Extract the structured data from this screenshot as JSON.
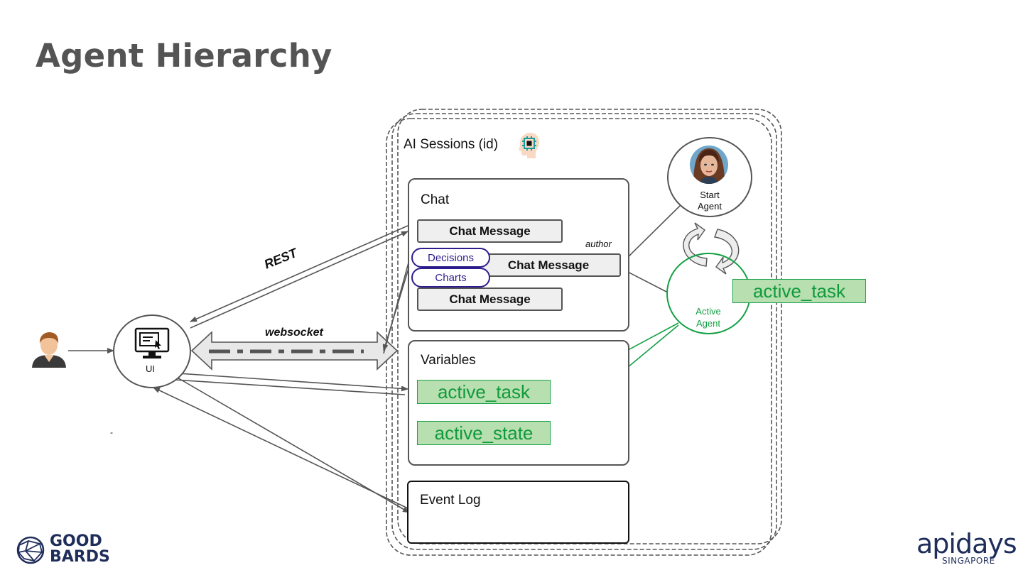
{
  "slide": {
    "title": "Agent Hierarchy"
  },
  "diagram": {
    "sessions_label": "AI Sessions (id)",
    "chat": {
      "label": "Chat",
      "messages": [
        "Chat Message",
        "Chat Message",
        "Chat Message"
      ],
      "author_label": "author",
      "tags": [
        "Decisions",
        "Charts"
      ]
    },
    "variables": {
      "label": "Variables",
      "items": [
        "active_task",
        "active_state"
      ]
    },
    "event_log": {
      "label": "Event Log"
    },
    "start_agent_label": "Start\nAgent",
    "active_agent_label": "Active\nAgent",
    "active_task_badge": "active_task",
    "ui_label": "UI",
    "rest_label": "REST",
    "websocket_label": "websocket",
    "stray_mark": "-"
  },
  "logos": {
    "left_line1": "GOOD",
    "left_line2": "BARDS",
    "right_main": "apidays",
    "right_sub": "SINGAPORE"
  },
  "colors": {
    "title": "#545454",
    "accent_green": "#119a3c",
    "variable_fill": "#b7dfb0",
    "tag_purple": "#2d1d8c",
    "logo_navy": "#1f2d5a"
  }
}
